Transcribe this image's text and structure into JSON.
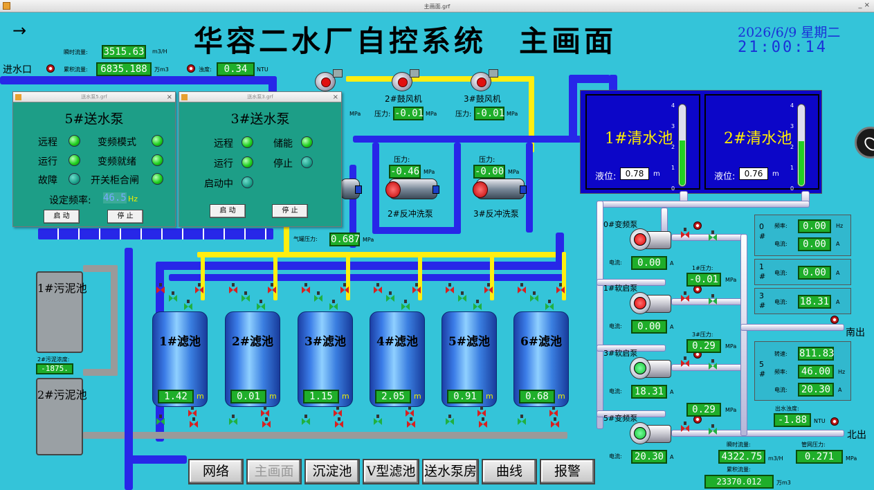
{
  "window": {
    "title": "主画面.grf",
    "controls": "_ ×"
  },
  "header": {
    "title": "华容二水厂自控系统　主画面",
    "date": "2026/6/9 星期二",
    "time": "21:00:14",
    "arrow": "→"
  },
  "inlet": {
    "label": "进水口",
    "flow_label": "瞬时流量:",
    "flow_value": "3515.63",
    "flow_unit": "m3/H",
    "total_label": "累积流量:",
    "total_value": "6835.188",
    "total_unit": "万m3",
    "turb_label": "浊度:",
    "turb_value": "0.34",
    "turb_unit": "NTU"
  },
  "blowers": [
    {
      "name": "2#鼓风机",
      "pressure_label": "压力:",
      "pressure": "-0.01",
      "unit": "MPa"
    },
    {
      "name": "3#鼓风机",
      "pressure_label": "压力:",
      "pressure": "-0.01",
      "unit": "MPa"
    }
  ],
  "blower1_unit": "MPa",
  "backwash": [
    {
      "name": "2#反冲洗泵",
      "pressure_label": "压力:",
      "pressure": "-0.46",
      "unit": "MPa"
    },
    {
      "name": "3#反冲洗泵",
      "pressure_label": "压力:",
      "pressure": "-0.00",
      "unit": "MPa"
    }
  ],
  "backwash1_tail": "泵",
  "air": {
    "label": "气罐压力:",
    "value": "0.687",
    "unit": "MPa"
  },
  "filters": [
    {
      "name": "1#滤池",
      "level": "1.42",
      "unit": "m"
    },
    {
      "name": "2#滤池",
      "level": "0.01",
      "unit": "m"
    },
    {
      "name": "3#滤池",
      "level": "1.15",
      "unit": "m"
    },
    {
      "name": "4#滤池",
      "level": "2.05",
      "unit": "m"
    },
    {
      "name": "5#滤池",
      "level": "0.91",
      "unit": "m"
    },
    {
      "name": "6#滤池",
      "level": "0.68",
      "unit": "m"
    }
  ],
  "sludge": {
    "tank1": "1#污泥池",
    "tank2": "2#污泥池",
    "conc_label": "2#污泥浓度:",
    "conc_value": "-1875."
  },
  "clearwater": [
    {
      "name": "1#清水池",
      "level_label": "液位:",
      "level": "0.78",
      "unit": "m",
      "fill": 0.55
    },
    {
      "name": "2#清水池",
      "level_label": "液位:",
      "level": "0.76",
      "unit": "m",
      "fill": 0.54
    }
  ],
  "gauge_ticks": [
    "4",
    "3",
    "2",
    "1",
    "0"
  ],
  "panel5": {
    "window_title": "送水泵5.grf",
    "title": "5#送水泵",
    "remote": "远程",
    "vfd_mode": "变频模式",
    "run": "运行",
    "vfd_ready": "变频就绪",
    "fault": "故障",
    "switch_closed": "开关柜合闸",
    "freq_label": "设定频率:",
    "freq_value": "46.5",
    "freq_unit": "Hz",
    "start": "启 动",
    "stop": "停 止"
  },
  "panel3": {
    "window_title": "送水泵3.grf",
    "title": "3#送水泵",
    "remote": "远程",
    "storage": "储能",
    "run": "运行",
    "stop_state": "停止",
    "starting": "启动中",
    "start": "启 动",
    "stop": "停 止"
  },
  "outpumps": [
    {
      "name": "0#变频泵",
      "current_label": "电流:",
      "current": "0.00",
      "unit": "A",
      "state": "red"
    },
    {
      "name": "1#软启泵",
      "current_label": "电流:",
      "current": "0.00",
      "unit": "A",
      "state": "red"
    },
    {
      "name": "3#软启泵",
      "current_label": "电流:",
      "current": "18.31",
      "unit": "A",
      "state": "green"
    },
    {
      "name": "5#变频泵",
      "current_label": "电流:",
      "current": "20.30",
      "unit": "A",
      "state": "green"
    }
  ],
  "outpressure": [
    {
      "label": "1#压力:",
      "value": "-0.01",
      "unit": "MPa"
    },
    {
      "label": "3#压力:",
      "value": "0.29",
      "unit": "MPa"
    },
    {
      "label": "",
      "value": "0.29",
      "unit": "MPa"
    }
  ],
  "status": {
    "p0": {
      "id": "0\n#",
      "freq_label": "频率:",
      "freq": "0.00",
      "freq_unit": "Hz",
      "cur_label": "电流:",
      "cur": "0.00",
      "cur_unit": "A"
    },
    "p1": {
      "id": "1\n#",
      "cur_label": "电流:",
      "cur": "0.00",
      "cur_unit": "A"
    },
    "p3": {
      "id": "3\n#",
      "cur_label": "电流:",
      "cur": "18.31",
      "cur_unit": "A"
    },
    "p5": {
      "id": "5\n#",
      "speed_label": "转速:",
      "speed": "811.83",
      "freq_label": "频率:",
      "freq": "46.00",
      "freq_unit": "Hz",
      "cur_label": "电流:",
      "cur": "20.30",
      "cur_unit": "A"
    }
  },
  "outlet": {
    "south": "南出",
    "north": "北出",
    "turb_label": "出水浊度:",
    "turb": "-1.88",
    "turb_unit": "NTU",
    "flow_label": "瞬时流量:",
    "flow": "4322.75",
    "flow_unit": "m3/H",
    "net_label": "管网压力:",
    "net": "0.271",
    "net_unit": "MPa",
    "total_label": "累积流量:",
    "total": "23370.012",
    "total_unit": "万m3"
  },
  "nav": [
    "网络",
    "主画面",
    "沉淀池",
    "V型滤池",
    "送水泵房",
    "曲线",
    "报警"
  ]
}
